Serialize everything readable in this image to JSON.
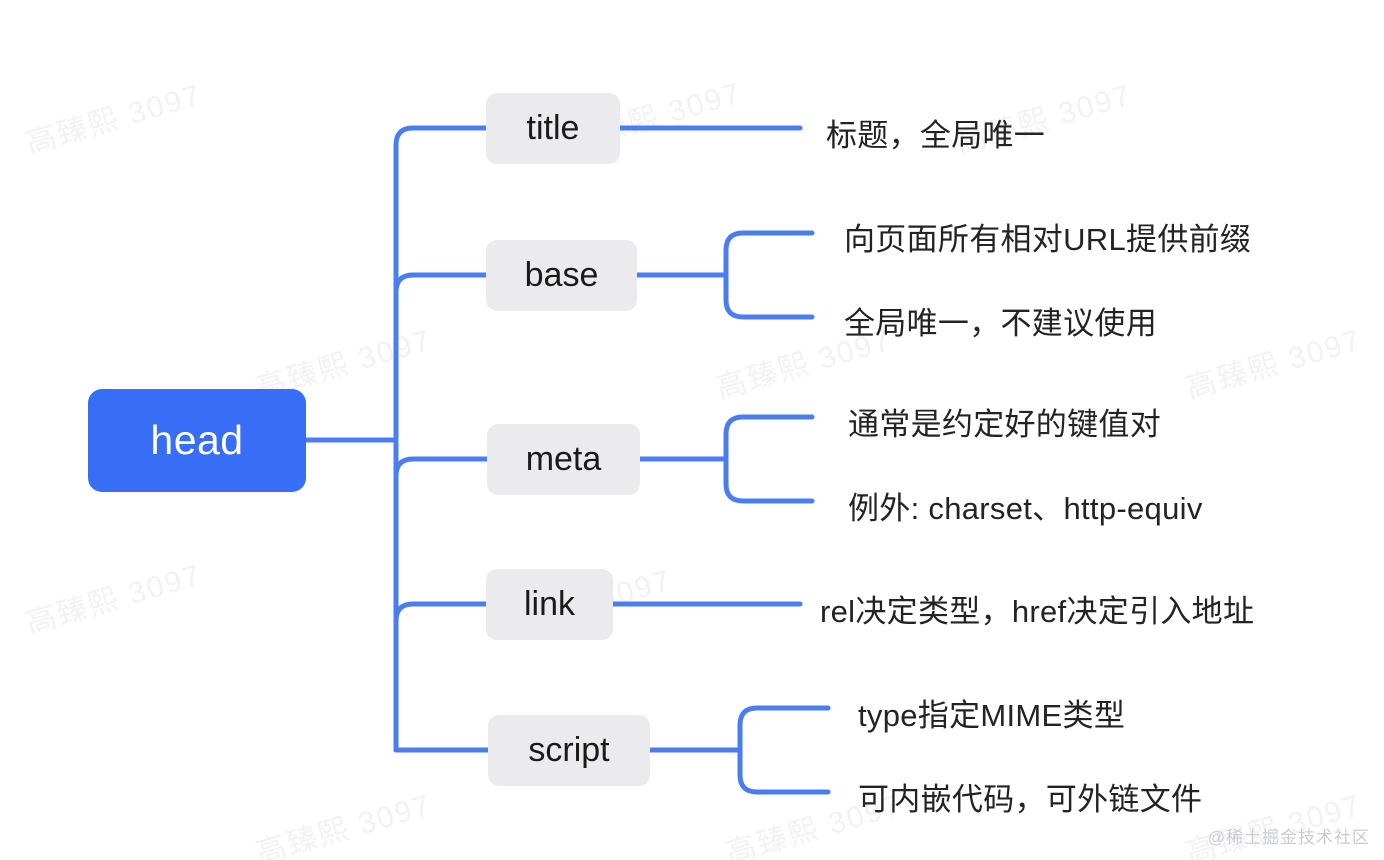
{
  "diagram": {
    "type": "mindmap",
    "title": "head",
    "root": {
      "label": "head"
    },
    "branches": [
      {
        "label": "title",
        "leaves": [
          "标题，全局唯一"
        ]
      },
      {
        "label": "base",
        "leaves": [
          "向页面所有相对URL提供前缀",
          "全局唯一，不建议使用"
        ]
      },
      {
        "label": "meta",
        "leaves": [
          "通常是约定好的键值对",
          "例外: charset、http-equiv"
        ]
      },
      {
        "label": "link",
        "leaves": [
          "rel决定类型，href决定引入地址"
        ]
      },
      {
        "label": "script",
        "leaves": [
          "type指定MIME类型",
          "可内嵌代码，可外链文件"
        ]
      }
    ]
  },
  "colors": {
    "root_fill": "#376ef5",
    "root_text": "#ffffff",
    "node_fill": "#ebebed",
    "node_text": "#1a1a1a",
    "connector": "#4a7ef0",
    "leaf_text": "#232323",
    "background": "#ffffff",
    "watermark": "#f2f2f3",
    "credit_text": "#c9ccd4"
  },
  "watermark": {
    "text": "高臻熙 3097",
    "credit": "@稀土掘金技术社区"
  }
}
